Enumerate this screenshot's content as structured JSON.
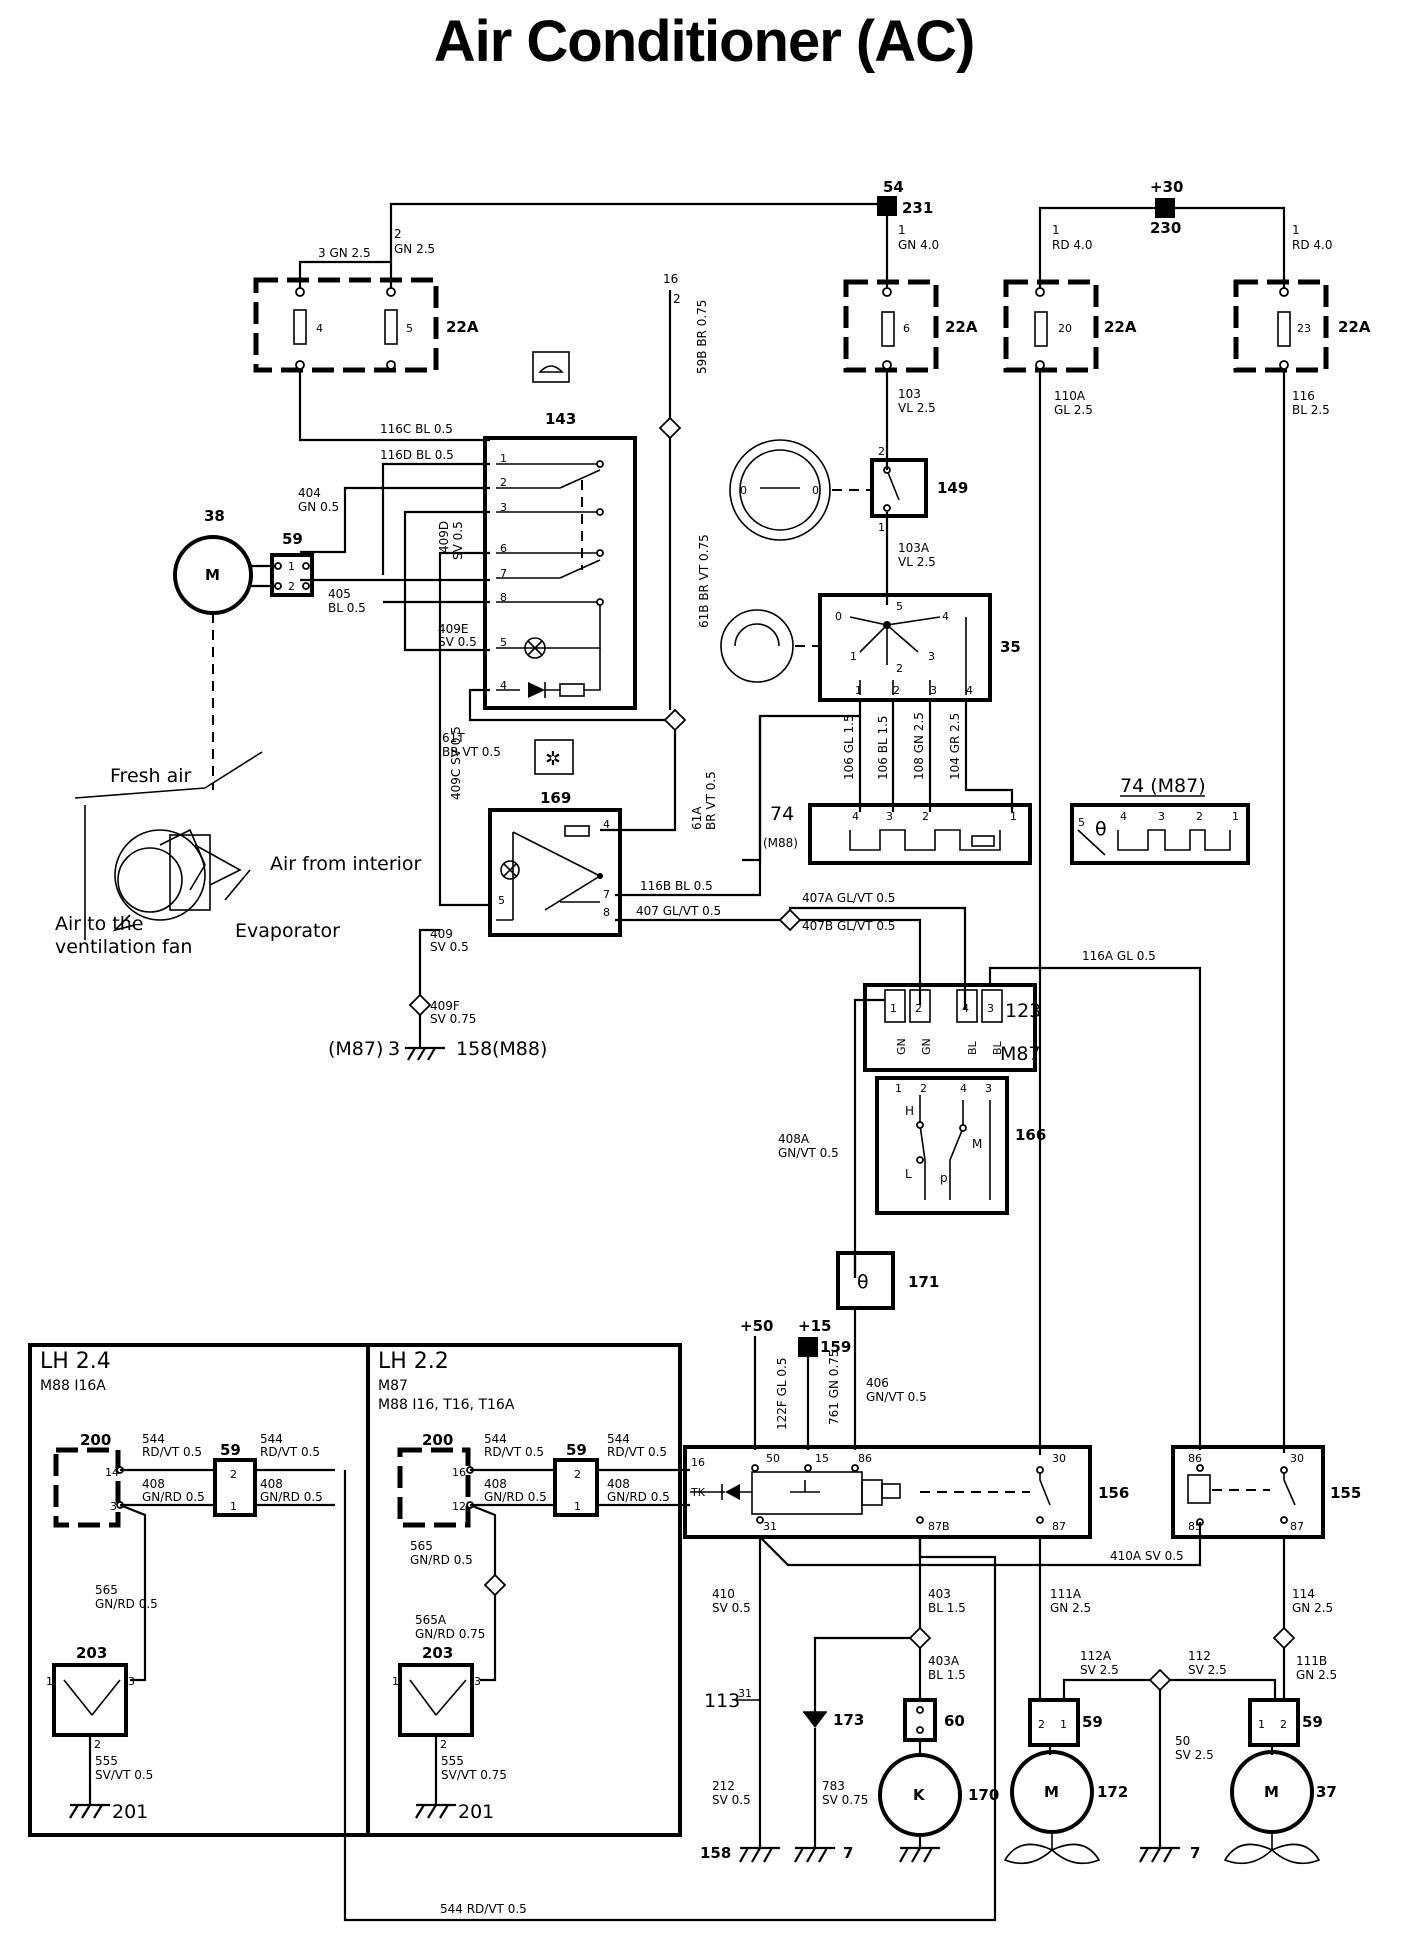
{
  "title": "Air Conditioner (AC)",
  "terminals": {
    "t54": "54",
    "t231": "231",
    "t30": "+30",
    "t230": "230",
    "t50": "+50",
    "t15": "+15",
    "t159": "159"
  },
  "components": {
    "c22a": "22A",
    "c143": "143",
    "c38": "38",
    "c59": "59",
    "c149": "149",
    "c35": "35",
    "c169": "169",
    "c74_m87": "74 (M87)",
    "c74": "74",
    "c_m88": "(M88)",
    "c123": "123",
    "c_m87": "M87",
    "c166": "166",
    "c171": "171",
    "c156": "156",
    "c155": "155",
    "c173": "173",
    "c60": "60",
    "c170": "170",
    "c172": "172",
    "c37": "37",
    "c200": "200",
    "c203": "203",
    "c201": "201",
    "c113": "113",
    "c158": "158",
    "c7": "7",
    "c3": "3",
    "m87_paren": "(M87)",
    "m88_paren": "(M88)"
  },
  "symbols": {
    "motor": "M",
    "clutch": "K",
    "theta": "θ",
    "H": "H",
    "L": "L",
    "Mpos": "M",
    "p": "p"
  },
  "fuses": {
    "f4": "4",
    "f5": "5",
    "f6": "6",
    "f20": "20",
    "f23": "23"
  },
  "wires": {
    "w3": "3 GN 2.5",
    "w2": "2",
    "w2b": "GN 2.5",
    "w1a": "1",
    "w1a_b": "GN 4.0",
    "w1b": "1",
    "w1b_b": "RD 4.0",
    "w1c": "1",
    "w1c_b": "RD 4.0",
    "w16": "16",
    "w16p": "2",
    "w59b": "59B BR 0.75",
    "w116c": "116C BL 0.5",
    "w116d": "116D BL 0.5",
    "w404": "404",
    "w404b": "GN 0.5",
    "w409d": "409D",
    "w409d_b": "SV 0.5",
    "w405": "405",
    "w405b": "BL 0.5",
    "w409e": "409E",
    "w409e_b": "SV 0.5",
    "w61t": "61T",
    "w61t_b": "BR VT 0.5",
    "w61b": "61B BR VT 0.75",
    "w409c": "409C SV 0.5",
    "w61a": "61A",
    "w61a_b": "BR VT 0.5",
    "w103": "103",
    "w103b": "VL 2.5",
    "w103a": "103A",
    "w103a_b": "VL 2.5",
    "w110a": "110A",
    "w110a_b": "GL 2.5",
    "w116": "116",
    "w116b": "BL 2.5",
    "w106": "106 GL 1.5",
    "w106b": "106 BL 1.5",
    "w108": "108 GN 2.5",
    "w104": "104 GR 2.5",
    "w116b2": "116B BL 0.5",
    "w407": "407 GL/VT 0.5",
    "w407a": "407A GL/VT 0.5",
    "w407b": "407B GL/VT 0.5",
    "w409": "409",
    "w409b": "SV 0.5",
    "w409f": "409F",
    "w409f_b": "SV 0.75",
    "w116a": "116A GL 0.5",
    "w408a": "408A",
    "w408a_b": "GN/VT 0.5",
    "w406": "406",
    "w406b": "GN/VT 0.5",
    "w122f": "122F GL 0.5",
    "w761": "761 GN 0.75",
    "w410a": "410A SV 0.5",
    "w410": "410",
    "w410b": "SV 0.5",
    "w403": "403",
    "w403b": "BL 1.5",
    "w403a": "403A",
    "w403a_b": "BL 1.5",
    "w111a": "111A",
    "w111a_b": "GN 2.5",
    "w114": "114",
    "w114b": "GN 2.5",
    "w111b": "111B",
    "w111b_b": "GN 2.5",
    "w112a": "112A",
    "w112a_b": "SV 2.5",
    "w112": "112",
    "w112b": "SV 2.5",
    "w50": "50",
    "w50b": "SV 2.5",
    "w212": "212",
    "w212b": "SV 0.5",
    "w783": "783",
    "w783b": "SV 0.75",
    "w544bot": "544 RD/VT 0.5",
    "w544": "544",
    "w544b": "RD/VT 0.5",
    "w544c": "544",
    "w544d": "RD/VT 0.5",
    "w408": "408",
    "w408b": "GN/RD 0.5",
    "w565": "565",
    "w565b": "GN/RD 0.5",
    "w565a": "565A",
    "w565a_b": "GN/RD 0.75",
    "w555": "555",
    "w555b": "SV/VT 0.5",
    "w555c": "555",
    "w555d": "SV/VT 0.75"
  },
  "pins": {
    "p1": "1",
    "p2": "2",
    "p3": "3",
    "p4": "4",
    "p5": "5",
    "p6": "6",
    "p7": "7",
    "p8": "8",
    "p0": "0",
    "p12": "12",
    "p14": "14",
    "p15": "15",
    "p16": "16",
    "p30": "30",
    "p31": "31",
    "p50": "50",
    "p85": "85",
    "p86": "86",
    "p87": "87",
    "p87b": "87B",
    "pTK": "TK"
  },
  "colors_code": {
    "gn": "GN",
    "bl": "BL"
  },
  "lh24": {
    "name": "LH 2.4",
    "models": "M88 I16A"
  },
  "lh22": {
    "name": "LH 2.2",
    "models_a": "M87",
    "models_b": "M88  I16, T16, T16A"
  },
  "airflow": {
    "fresh": "Fresh air",
    "interior": "Air from interior",
    "to_fan_a": "Air to the",
    "to_fan_b": "ventilation fan",
    "evaporator": "Evaporator"
  }
}
